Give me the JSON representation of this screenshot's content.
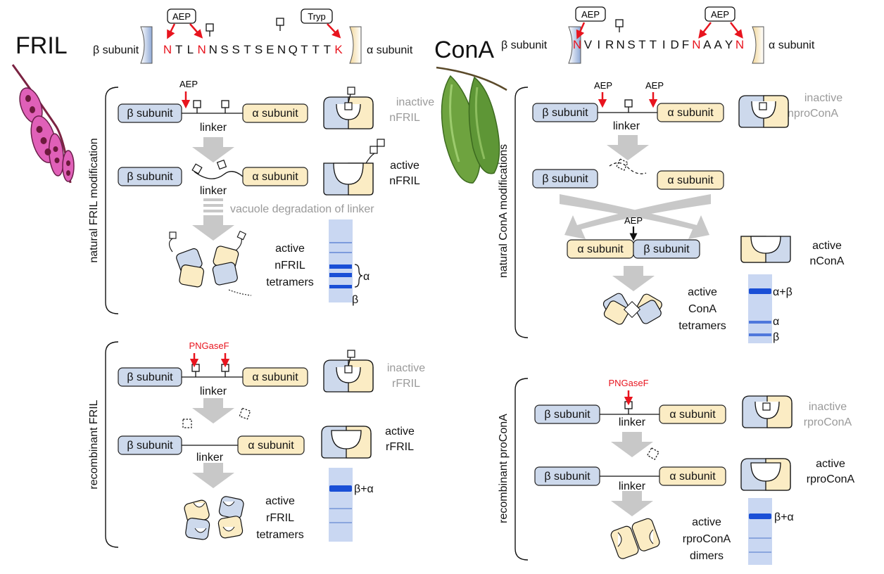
{
  "colors": {
    "beta_fill": "#cdd9ec",
    "alpha_fill": "#fbecc4",
    "arrow_gray": "#c8c8c8",
    "red": "#e8141e",
    "gel_band": "#1a4fd6",
    "gel_bg": "#c9d7f2"
  },
  "fril": {
    "title": "FRIL",
    "sequence": {
      "left_label": "β subunit",
      "right_label": "α subunit",
      "residues": [
        "N",
        "T",
        "L",
        "N",
        "N",
        "S",
        "S",
        "T",
        "S",
        "E",
        "N",
        "Q",
        "T",
        "T",
        "T",
        "K"
      ],
      "red_residues": [
        0,
        3,
        15
      ],
      "tags": [
        "AEP",
        "Tryp"
      ]
    },
    "natural": {
      "side_label": "natural FRIL modification",
      "step1": {
        "beta": "β subunit",
        "alpha": "α subunit",
        "linker": "linker",
        "enzyme": "AEP",
        "state1": "inactive",
        "state2": "nFRIL"
      },
      "step2": {
        "beta": "β subunit",
        "alpha": "α subunit",
        "linker": "linker",
        "state1": "active",
        "state2": "nFRIL"
      },
      "step3_note": "vacuole degradation of linker",
      "step3": {
        "line1": "active",
        "line2": "nFRIL",
        "line3": "tetramers"
      },
      "gel_labels": [
        "α",
        "β"
      ]
    },
    "recombinant": {
      "side_label": "recombinant FRIL",
      "step1": {
        "beta": "β subunit",
        "alpha": "α subunit",
        "linker": "linker",
        "enzyme": "PNGaseF",
        "state1": "inactive",
        "state2": "rFRIL"
      },
      "step2": {
        "beta": "β subunit",
        "alpha": "α subunit",
        "linker": "linker",
        "state1": "active",
        "state2": "rFRIL"
      },
      "step3": {
        "line1": "active",
        "line2": "rFRIL",
        "line3": "tetramers"
      },
      "gel_labels": [
        "β+α"
      ]
    }
  },
  "cona": {
    "title": "ConA",
    "sequence": {
      "left_label": "β subunit",
      "right_label": "α subunit",
      "residues": [
        "N",
        "V",
        "I",
        "R",
        "N",
        "S",
        "T",
        "T",
        "I",
        "D",
        "F",
        "N",
        "A",
        "A",
        "Y",
        "N"
      ],
      "red_residues": [
        0,
        11,
        15
      ],
      "tags": [
        "AEP",
        "AEP"
      ]
    },
    "natural": {
      "side_label": "natural ConA modifications",
      "step1": {
        "beta": "β subunit",
        "alpha": "α subunit",
        "linker": "linker",
        "enzyme1": "AEP",
        "enzyme2": "AEP",
        "state1": "inactive",
        "state2": "nproConA"
      },
      "step2": {
        "beta": "β subunit",
        "alpha": "α subunit"
      },
      "step3": {
        "alpha": "α subunit",
        "beta": "β subunit",
        "enzyme": "AEP",
        "state1": "active",
        "state2": "nConA"
      },
      "step4": {
        "line1": "active",
        "line2": "ConA",
        "line3": "tetramers"
      },
      "gel_labels": [
        "α+β",
        "α",
        "β"
      ]
    },
    "recombinant": {
      "side_label": "recombinant proConA",
      "step1": {
        "beta": "β subunit",
        "alpha": "α subunit",
        "linker": "linker",
        "enzyme": "PNGaseF",
        "state1": "inactive",
        "state2": "rproConA"
      },
      "step2": {
        "beta": "β subunit",
        "alpha": "α subunit",
        "linker": "linker",
        "state1": "active",
        "state2": "rproConA"
      },
      "step3": {
        "line1": "active",
        "line2": "rproConA",
        "line3": "dimers"
      },
      "gel_labels": [
        "β+α"
      ]
    }
  }
}
